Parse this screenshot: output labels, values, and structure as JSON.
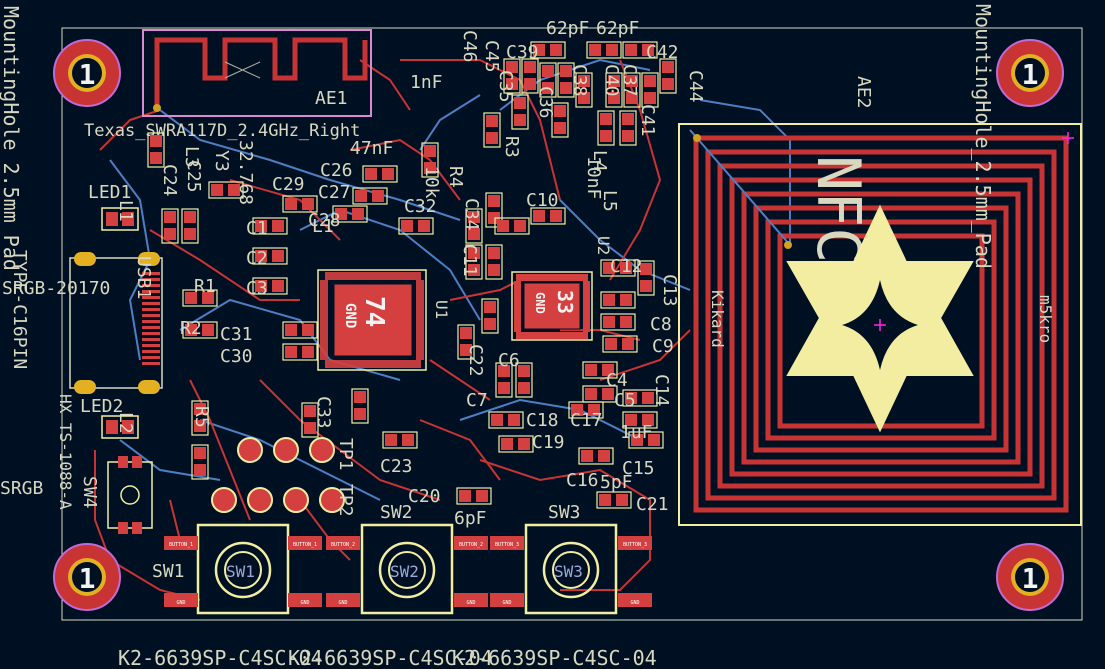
{
  "colors": {
    "background": "#001023",
    "copper_front": "#c83434",
    "copper_back": "#4d7fc4",
    "silkscreen": "#f2eda1",
    "fab_text": "#d8d8c0",
    "pad": "#d44040",
    "courtyard": "#ff26e2"
  },
  "mounting_holes": {
    "number": "1",
    "label_left": "MountingHole_2.5mm_Pad",
    "label_right": "MountingHole_2.5mm_Pad"
  },
  "antenna_ae1": {
    "ref": "AE1",
    "footprint": "Texas_SWRA117D_2.4GHz_Right"
  },
  "antenna_ae2": {
    "ref": "AE2",
    "texts": [
      "NFC",
      "Kikard",
      "m5kro"
    ]
  },
  "chips": {
    "u1_pad": "74",
    "u2_pad": "33",
    "gnd": "GND",
    "u1": "U1",
    "u2": "U2"
  },
  "connector": {
    "ref": "USB1",
    "footprint": "TYPE-C16PIN",
    "value": "SRGB-20170"
  },
  "switches": {
    "sw1": "SW1",
    "sw2": "SW2",
    "sw3": "SW3",
    "sw4": "SW4",
    "button1": "BUTTON_1",
    "button2": "BUTTON_2",
    "button3": "BUTTON_3",
    "gnd": "GND",
    "footprint": "K2-6639SP-C4SC-04"
  },
  "leds": {
    "led1": "LED1",
    "led2": "LED2"
  },
  "labels": {
    "c39": "C39",
    "c42": "C42",
    "c44": "C44",
    "c46": "C46",
    "c45": "C45",
    "c35": "C35",
    "c38": "C38",
    "c40": "C40",
    "c41": "C41",
    "c36": "C36",
    "c37": "C37",
    "c26": "C26",
    "c27": "C27",
    "c29": "C29",
    "c28": "C28",
    "c32": "C32",
    "c34": "C34",
    "c10": "C10",
    "c11": "C11",
    "c12": "C12",
    "c13": "C13",
    "c8": "C8",
    "c9": "C9",
    "c7": "C7",
    "c6": "C6",
    "c18": "C18",
    "c19": "C19",
    "c17": "C17",
    "c16": "C16",
    "c15": "C15",
    "c14": "C14",
    "c5": "C5",
    "c4": "C4",
    "c20": "C20",
    "c21": "C21",
    "c22": "C22",
    "c23": "C23",
    "c24": "C24",
    "c25": "C25",
    "c31": "C31",
    "c30": "C30",
    "c33": "C33",
    "c1": "C1",
    "c2": "C2",
    "c3": "C3",
    "r1": "R1",
    "r2": "R2",
    "r3": "R3",
    "r4": "R4",
    "r5": "R5",
    "l1": "L1",
    "l2": "L2",
    "l3": "L3",
    "l4": "L4",
    "l5": "L5",
    "y3": "Y3",
    "tp1": "TP1",
    "tp2": "TP2",
    "cap_62pf": "62pF",
    "cap_1nf": "1nF",
    "cap_47nf": "47nF",
    "cap_5pf": "5pF",
    "cap_6pf": "6pF",
    "cap_1uf": "1uF",
    "cap_10nf": "10nF",
    "cap_10k": "10k",
    "freq_32": "32.768",
    "reg_text": "HX TS-1088-A",
    "srgb_lower": "SRGB"
  }
}
